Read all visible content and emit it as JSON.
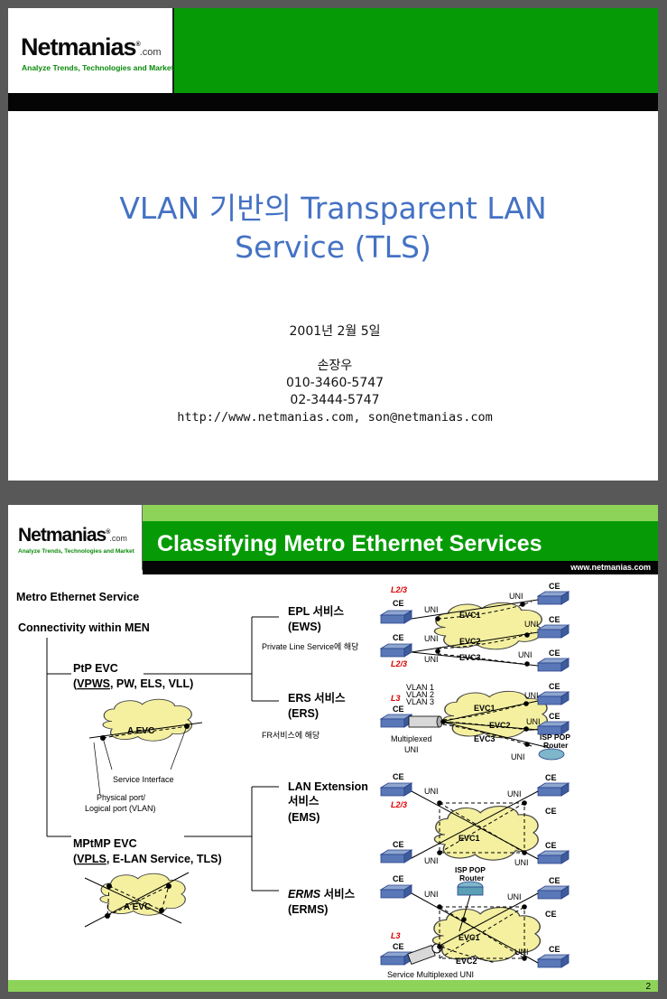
{
  "logo": {
    "net": "Net",
    "manias": "manias",
    "reg": "®",
    "com": ".com",
    "tagline": "Analyze Trends, Technologies and Market"
  },
  "slide1": {
    "title_line1": "VLAN 기반의 Transparent LAN",
    "title_line2": "Service (TLS)",
    "date": "2001년 2월 5일",
    "author": "손장우",
    "phone1": "010-3460-5747",
    "phone2": "02-3444-5747",
    "contact": "http://www.netmanias.com, son@netmanias.com"
  },
  "slide2": {
    "title": "Classifying Metro Ethernet Services",
    "url": "www.netmanias.com",
    "page_number": "2",
    "metro_service": "Metro Ethernet Service",
    "connectivity": "Connectivity within MEN",
    "ptp_evc": "PtP EVC",
    "ptp_paren_open": "(",
    "ptp_vpws": "VPWS",
    "ptp_rest": ", PW, ELS, VLL)",
    "mptmp_evc": "MPtMP EVC",
    "mptmp_paren_open": "(",
    "mptmp_vpls": "VPLS",
    "mptmp_rest": ", E-LAN Service, TLS)",
    "a_evc": "A EVC",
    "service_interface": "Service Interface",
    "physical_port": "Physical port/",
    "logical_port": "Logical port (VLAN)",
    "epl_service": "EPL 서비스",
    "ews": "(EWS)",
    "private_line": "Private Line Service에 해당",
    "ers_service": "ERS 서비스",
    "ers": "(ERS)",
    "fr_service": "FR서비스에 해당",
    "lan_extension": "LAN Extension",
    "service_kr": "서비스",
    "ems": "(EMS)",
    "erms_italic": "ERMS",
    "erms_kr": " 서비스",
    "erms": "(ERMS)",
    "diagram": {
      "ce": "CE",
      "uni": "UNI",
      "l23": "L2/3",
      "l3": "L3",
      "evc1": "EVC1",
      "evc2": "EVC2",
      "evc3": "EVC3",
      "vlan1": "VLAN 1",
      "vlan2": "VLAN 2",
      "vlan3": "VLAN 3",
      "multiplexed": "Multiplexed",
      "uni_label": "UNI",
      "isp_pop": "ISP POP",
      "router": "Router",
      "service_multiplexed_uni": "Service Multiplexed UNI"
    }
  }
}
